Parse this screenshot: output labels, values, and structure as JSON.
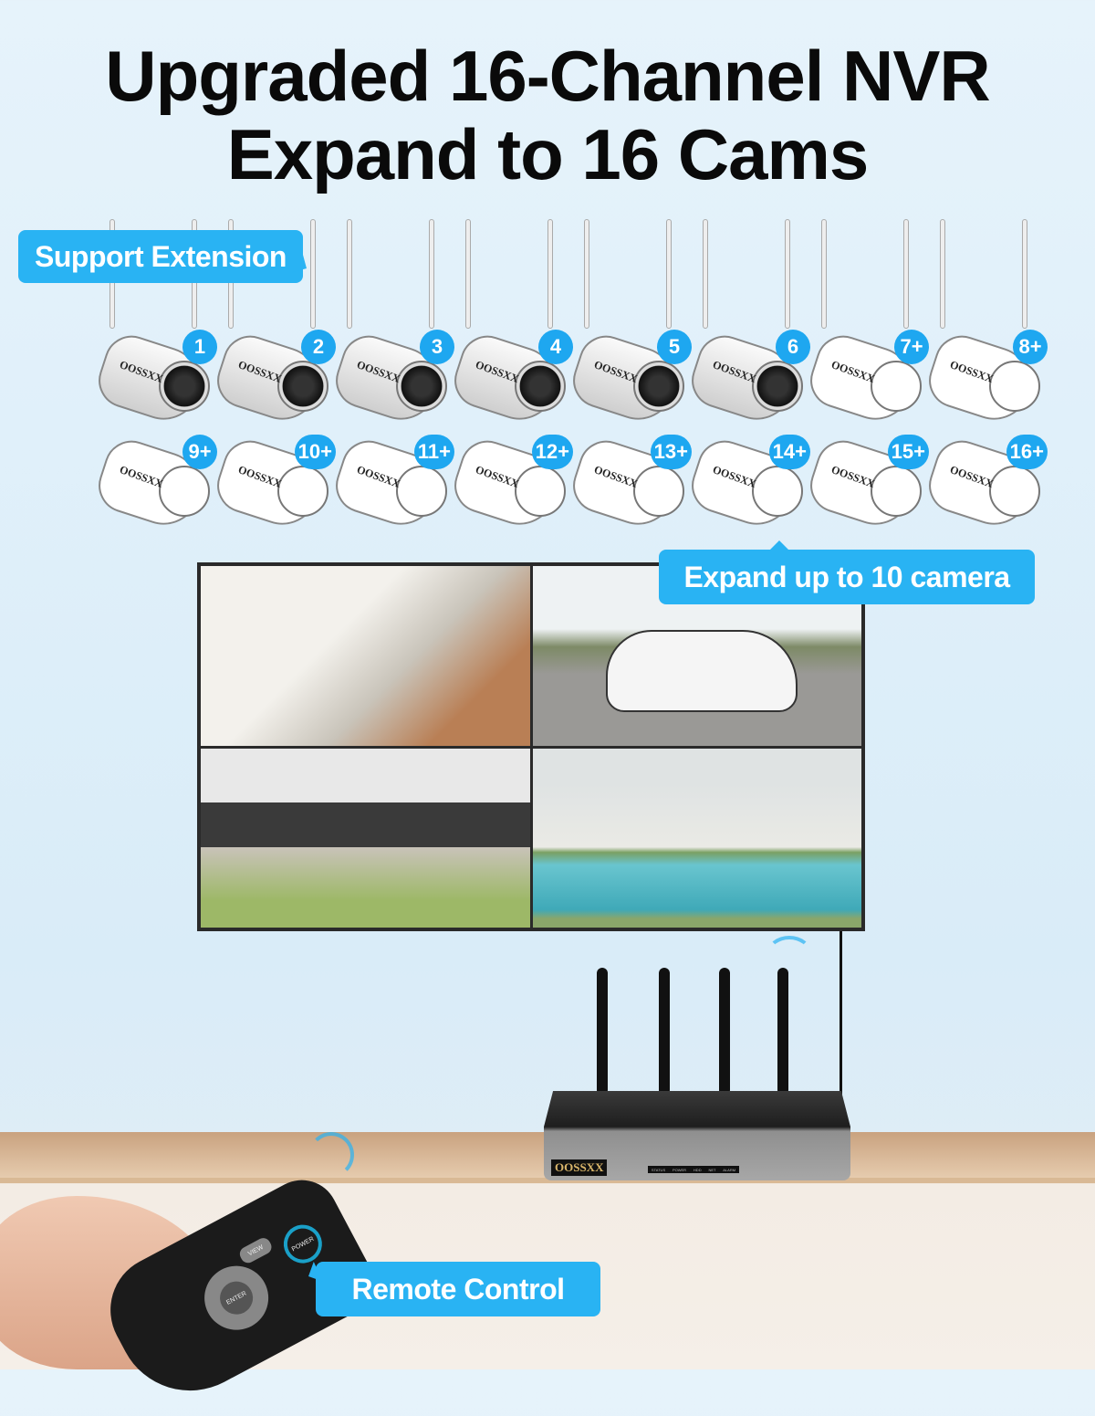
{
  "title": {
    "line1": "Upgraded 16-Channel NVR",
    "line2": "Expand to 16 Cams"
  },
  "callouts": {
    "support": "Support Extension",
    "expand": "Expand up to 10 camera",
    "remote": "Remote Control"
  },
  "cameras": {
    "brand": "OOSSXX",
    "labels": [
      "1",
      "2",
      "3",
      "4",
      "5",
      "6",
      "7+",
      "8+",
      "9+",
      "10+",
      "11+",
      "12+",
      "13+",
      "14+",
      "15+",
      "16+"
    ],
    "included_count": 6
  },
  "nvr": {
    "brand": "OOSSXX",
    "status_labels": [
      "STATUS",
      "POWER",
      "HDD",
      "NET",
      "ALARM"
    ]
  },
  "remote": {
    "buttons": {
      "power": "POWER",
      "view": "VIEW",
      "enter": "ENTER"
    }
  },
  "colors": {
    "accent": "#29b3f3",
    "badge": "#1ea7f0"
  }
}
